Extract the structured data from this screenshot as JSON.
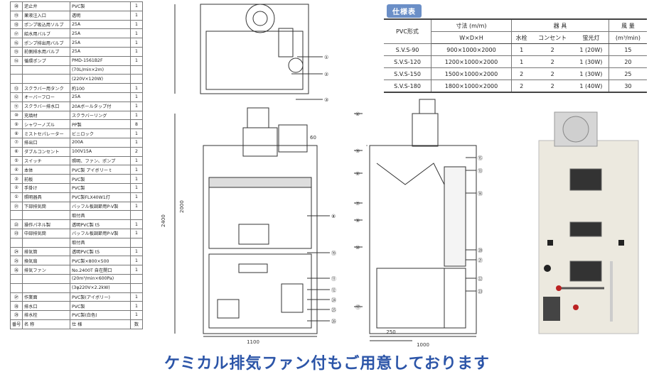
{
  "parts_table": {
    "rows": [
      {
        "no": "⑳",
        "name": "逆止弁",
        "material": "PVC製",
        "qty": "1"
      },
      {
        "no": "⑲",
        "name": "薬液注入口",
        "material": "透明",
        "qty": "1"
      },
      {
        "no": "⑱",
        "name": "ポンプ吸込用ソルブ",
        "material": "25A",
        "qty": "1"
      },
      {
        "no": "⑰",
        "name": "給水用バルブ",
        "material": "25A",
        "qty": "1"
      },
      {
        "no": "⑯",
        "name": "ポンプ排出用バルブ",
        "material": "25A",
        "qty": "1"
      },
      {
        "no": "⑮",
        "name": "前側排水用バルブ",
        "material": "25A",
        "qty": "1"
      },
      {
        "no": "⑭",
        "name": "循環ポンプ",
        "material": "PMD-1561B2F",
        "qty": "1"
      },
      {
        "no": "",
        "name": "",
        "material": "(70L/min×2m)",
        "qty": ""
      },
      {
        "no": "",
        "name": "",
        "material": "(220V×120W)",
        "qty": ""
      },
      {
        "no": "⑬",
        "name": "スクラバー用タンク",
        "material": "約100",
        "qty": "1"
      },
      {
        "no": "⑫",
        "name": "オーバーフロー",
        "material": "25A",
        "qty": "1"
      },
      {
        "no": "⑪",
        "name": "スクラバー排水口",
        "material": "20Aボールタップ付",
        "qty": "1"
      },
      {
        "no": "⑩",
        "name": "充填材",
        "material": "スクラバーリング",
        "qty": "1"
      },
      {
        "no": "⑨",
        "name": "シャワーノズル",
        "material": "PP製",
        "qty": "8"
      },
      {
        "no": "⑧",
        "name": "ミストセパレーター",
        "material": "ビニロック",
        "qty": "1"
      },
      {
        "no": "⑦",
        "name": "排出口",
        "material": "200A",
        "qty": "1"
      },
      {
        "no": "⑥",
        "name": "ダブルコンセント",
        "material": "100V15A",
        "qty": "2"
      },
      {
        "no": "⑤",
        "name": "スイッチ",
        "material": "照明、ファン、ポンプ",
        "qty": "1"
      },
      {
        "no": "④",
        "name": "本体",
        "material": "PVC製 アイボリー t",
        "qty": "1"
      },
      {
        "no": "③",
        "name": "前板",
        "material": "PVC製",
        "qty": "1"
      },
      {
        "no": "②",
        "name": "手掛け",
        "material": "PVC製",
        "qty": "1"
      },
      {
        "no": "①",
        "name": "照明器具",
        "material": "PVC製FLX40W1灯",
        "qty": "1"
      },
      {
        "no": "㉑",
        "name": "下部排気筒",
        "material": "バッフル板調節用P-V製",
        "qty": "1"
      },
      {
        "no": "",
        "name": "",
        "material": "取付具",
        "qty": ""
      },
      {
        "no": "㉒",
        "name": "操作パネル製",
        "material": "透明PVC製 t5",
        "qty": "1"
      },
      {
        "no": "㉓",
        "name": "中部排気筒",
        "material": "バッフル板調節用P-V製",
        "qty": "1"
      },
      {
        "no": "",
        "name": "",
        "material": "取付具",
        "qty": ""
      },
      {
        "no": "㉔",
        "name": "排気筒",
        "material": "透明PVC製 t5",
        "qty": "1"
      },
      {
        "no": "㉕",
        "name": "換気扇",
        "material": "PVC製×800×500",
        "qty": "1"
      },
      {
        "no": "㉖",
        "name": "排気ファン",
        "material": "No.2400T 自在開口",
        "qty": "1"
      },
      {
        "no": "",
        "name": "",
        "material": "(20m³/min×600Pa)",
        "qty": ""
      },
      {
        "no": "",
        "name": "",
        "material": "(3φ220V×2.2kW)",
        "qty": ""
      },
      {
        "no": "㉗",
        "name": "作業面",
        "material": "PVC製(アイボリー)",
        "qty": "1"
      },
      {
        "no": "㉘",
        "name": "排水口",
        "material": "PVC製",
        "qty": "1"
      },
      {
        "no": "㉙",
        "name": "排水栓",
        "material": "PVC製(白色)",
        "qty": "1"
      }
    ],
    "footer": {
      "no": "番号",
      "name": "名 称",
      "material": "仕 様",
      "qty": "数"
    }
  },
  "spec": {
    "title": "仕様表",
    "header_model": "PVC形式",
    "header_dim": "寸法 (m/m)",
    "header_dim_sub": "W×D×H",
    "header_equipment": "器 具",
    "header_faucet": "水栓",
    "header_outlet": "コンセント",
    "header_light": "蛍光灯",
    "header_air": "風 量",
    "header_air_unit": "(m³/min)",
    "rows": [
      {
        "model": "S.V.S-90",
        "dim": "900×1000×2000",
        "faucet": "1",
        "outlet": "2",
        "light": "1 (20W)",
        "air": "15"
      },
      {
        "model": "S.V.S-120",
        "dim": "1200×1000×2000",
        "faucet": "1",
        "outlet": "2",
        "light": "1 (30W)",
        "air": "20"
      },
      {
        "model": "S.V.S-150",
        "dim": "1500×1000×2000",
        "faucet": "2",
        "outlet": "2",
        "light": "1 (30W)",
        "air": "25"
      },
      {
        "model": "S.V.S-180",
        "dim": "1800×1000×2000",
        "faucet": "2",
        "outlet": "2",
        "light": "1 (40W)",
        "air": "30"
      }
    ]
  },
  "drawing_labels": {
    "callouts": [
      "①",
      "②",
      "③",
      "④",
      "⑤",
      "⑥",
      "⑦",
      "⑧",
      "⑨",
      "⑩",
      "⑪",
      "⑫",
      "⑬",
      "⑭",
      "⑮",
      "⑯",
      "⑰",
      "⑱",
      "⑲",
      "⑳",
      "㉑",
      "㉒",
      "㉓",
      "㉔",
      "㉕",
      "㉖"
    ],
    "dim_top_w": "1100",
    "dim_total_h": "2400",
    "dim_side_w": "1000",
    "dim_side_base": "250",
    "dim_60": "60",
    "dim_2000": "2000"
  },
  "caption": "ケミカル排気ファン付もご用意しております",
  "colors": {
    "caption": "#2c55a8",
    "badge": "#6b8fc7",
    "cabinet": "#ece9df"
  }
}
